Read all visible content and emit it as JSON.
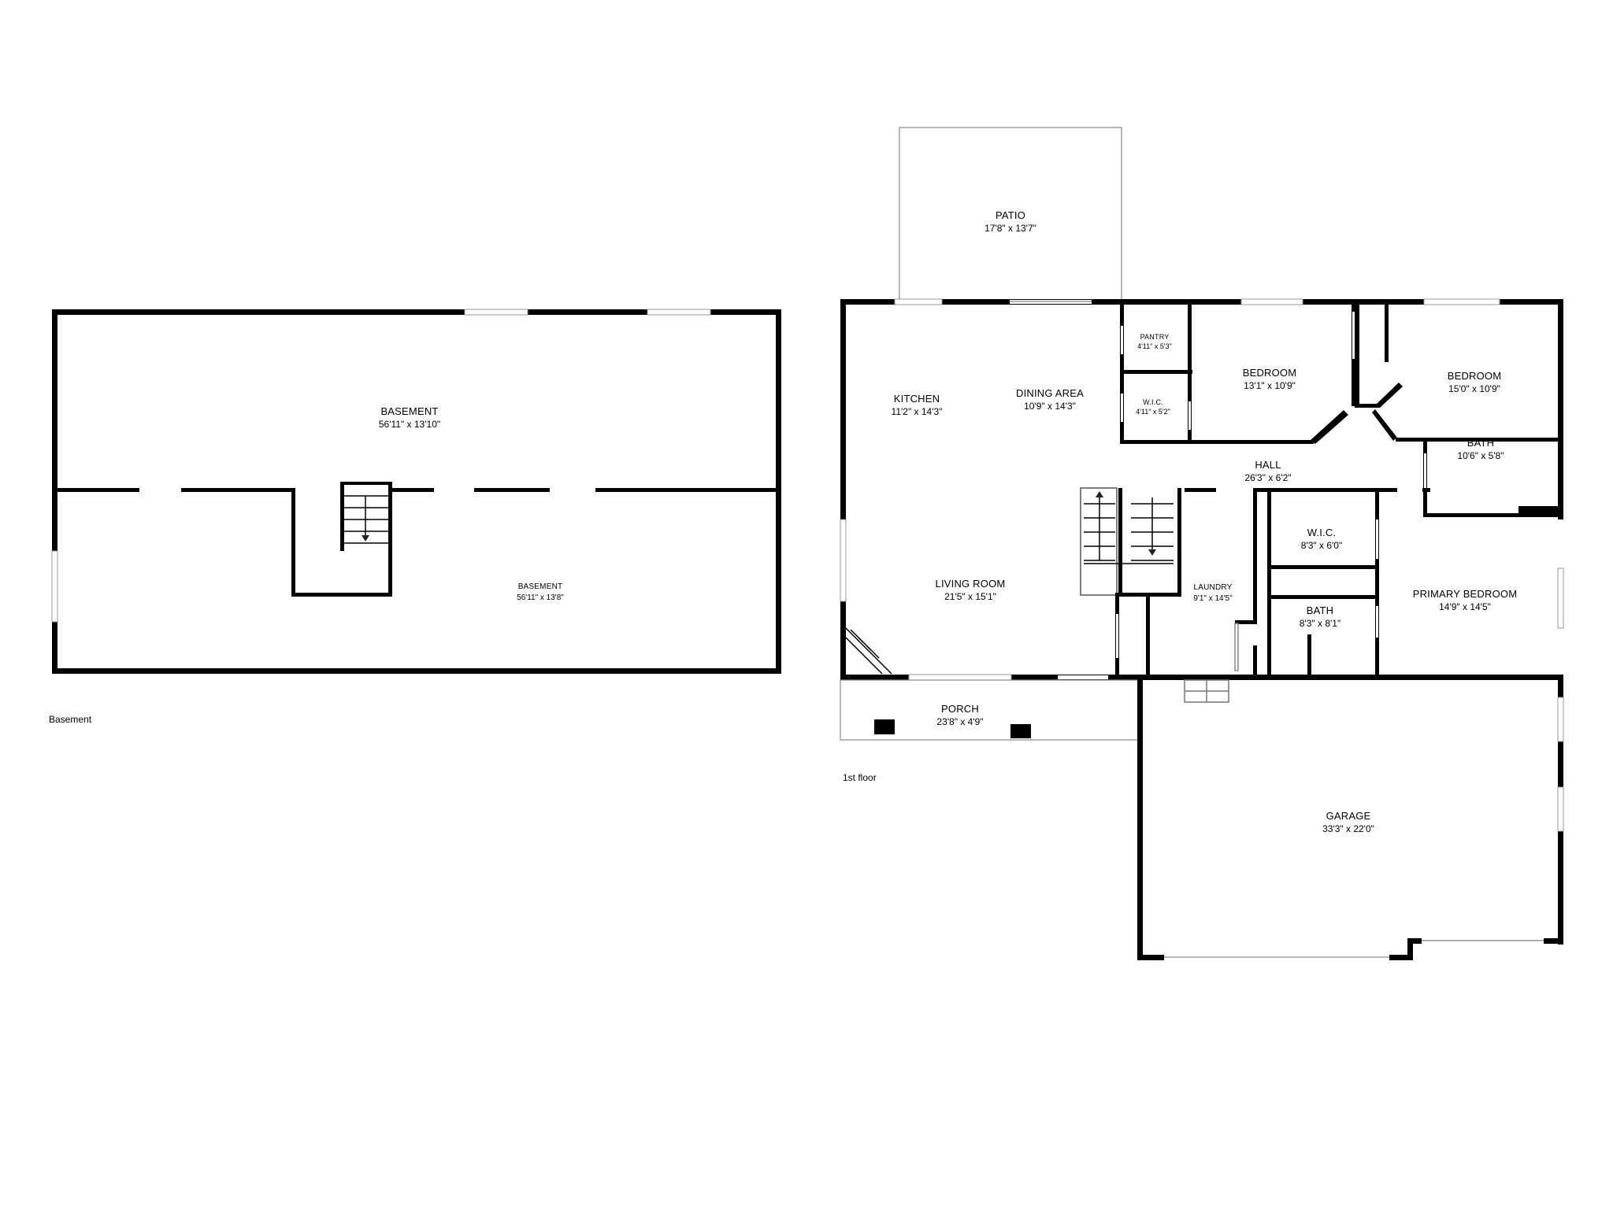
{
  "floors": {
    "basement": {
      "label": "Basement",
      "rooms": [
        {
          "id": "basement-upper",
          "name": "BASEMENT",
          "dims": "56'11\" x 13'10\""
        },
        {
          "id": "basement-lower",
          "name": "BASEMENT",
          "dims": "56'11\" x 13'8\""
        }
      ]
    },
    "first": {
      "label": "1st floor",
      "rooms": [
        {
          "id": "patio",
          "name": "PATIO",
          "dims": "17'8\" x 13'7\""
        },
        {
          "id": "kitchen",
          "name": "KITCHEN",
          "dims": "11'2\" x 14'3\""
        },
        {
          "id": "dining-area",
          "name": "DINING AREA",
          "dims": "10'9\" x 14'3\""
        },
        {
          "id": "pantry",
          "name": "PANTRY",
          "dims": "4'11\" x 5'3\""
        },
        {
          "id": "wic-small",
          "name": "W.I.C.",
          "dims": "4'11\" x 5'2\""
        },
        {
          "id": "bedroom-1",
          "name": "BEDROOM",
          "dims": "13'1\" x 10'9\""
        },
        {
          "id": "bedroom-2",
          "name": "BEDROOM",
          "dims": "15'0\" x 10'9\""
        },
        {
          "id": "hall",
          "name": "HALL",
          "dims": "26'3\" x 6'2\""
        },
        {
          "id": "bath-1",
          "name": "BATH",
          "dims": "10'6\" x 5'8\""
        },
        {
          "id": "wic-primary",
          "name": "W.I.C.",
          "dims": "8'3\" x 6'0\""
        },
        {
          "id": "living-room",
          "name": "LIVING ROOM",
          "dims": "21'5\" x 15'1\""
        },
        {
          "id": "laundry",
          "name": "LAUNDRY",
          "dims": "9'1\" x 14'5\""
        },
        {
          "id": "bath-2",
          "name": "BATH",
          "dims": "8'3\" x 8'1\""
        },
        {
          "id": "primary-bedroom",
          "name": "PRIMARY BEDROOM",
          "dims": "14'9\" x 14'5\""
        },
        {
          "id": "porch",
          "name": "PORCH",
          "dims": "23'8\" x 4'9\""
        },
        {
          "id": "garage",
          "name": "GARAGE",
          "dims": "33'3\" x 22'0\""
        }
      ]
    }
  }
}
